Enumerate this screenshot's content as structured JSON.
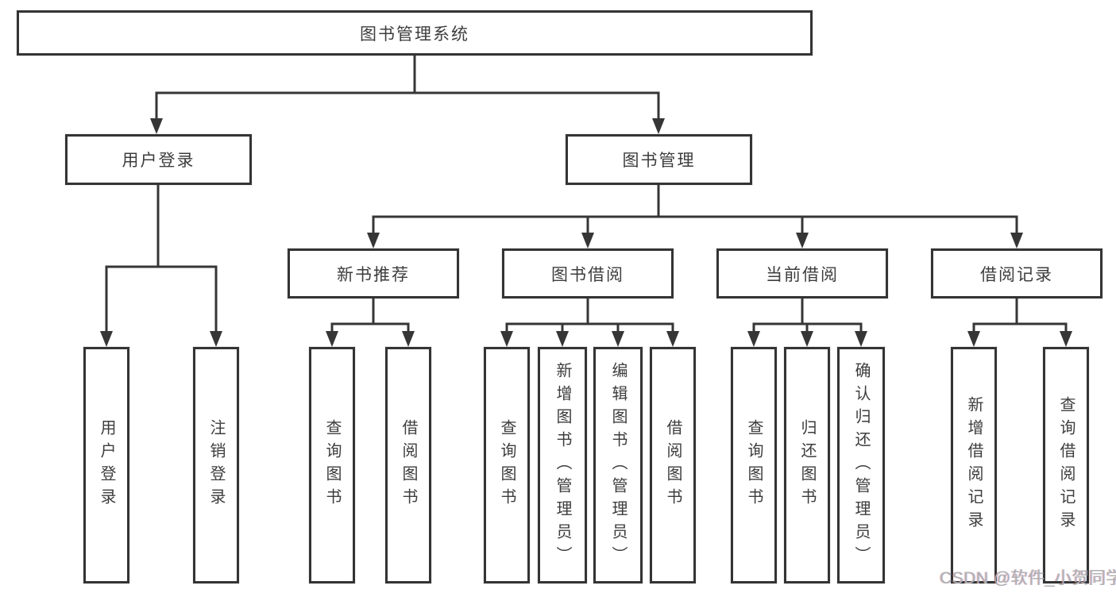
{
  "diagram": {
    "root": {
      "label": "图书管理系统"
    },
    "branches": [
      {
        "label": "用户登录",
        "children": [
          {
            "label": "用户登录"
          },
          {
            "label": "注销登录"
          }
        ]
      },
      {
        "label": "图书管理",
        "children": [
          {
            "label": "新书推荐",
            "children": [
              {
                "label": "查询图书"
              },
              {
                "label": "借阅图书"
              }
            ]
          },
          {
            "label": "图书借阅",
            "children": [
              {
                "label": "查询图书"
              },
              {
                "label": "新增图书（管理员）"
              },
              {
                "label": "编辑图书（管理员）"
              },
              {
                "label": "借阅图书"
              }
            ]
          },
          {
            "label": "当前借阅",
            "children": [
              {
                "label": "查询图书"
              },
              {
                "label": "归还图书"
              },
              {
                "label": "确认归还（管理员）"
              }
            ]
          },
          {
            "label": "借阅记录",
            "children": [
              {
                "label": "新增借阅记录"
              },
              {
                "label": "查询借阅记录"
              }
            ]
          }
        ]
      }
    ]
  },
  "watermark": {
    "text": "CSDN @软件_小贺同学"
  },
  "colors": {
    "line": "#363636",
    "box_border": "#343434",
    "text": "#3d3d3d",
    "background": "#ffffff",
    "watermark": "#b0b0b0"
  }
}
